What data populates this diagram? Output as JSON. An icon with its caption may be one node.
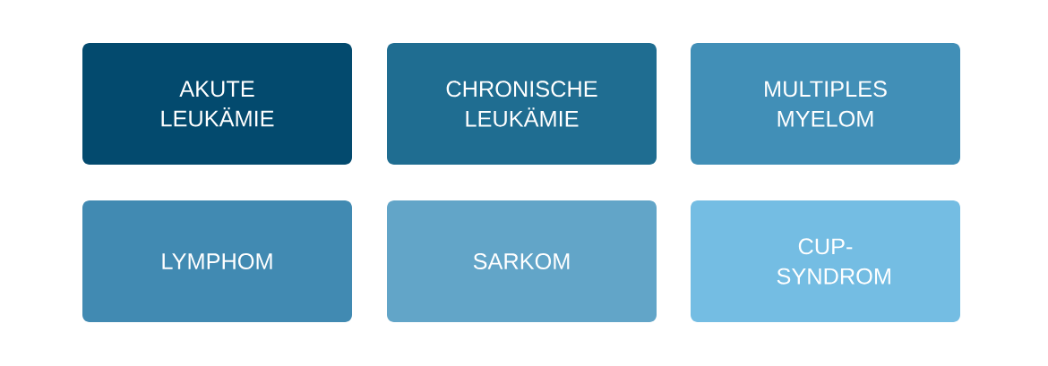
{
  "diagram": {
    "nodes": [
      {
        "text": [
          "AKUTE LEUKÄMIE"
        ]
      },
      {
        "text": [
          "CHRONISCHE LEUKÄMIE"
        ]
      },
      {
        "text": [
          "MULTIPLES MYELOM"
        ]
      },
      {
        "text": [
          "LYMPHOM"
        ]
      },
      {
        "text": [
          "SARKOM"
        ]
      },
      {
        "text": [
          "CUP-SYNDROM"
        ]
      }
    ]
  }
}
